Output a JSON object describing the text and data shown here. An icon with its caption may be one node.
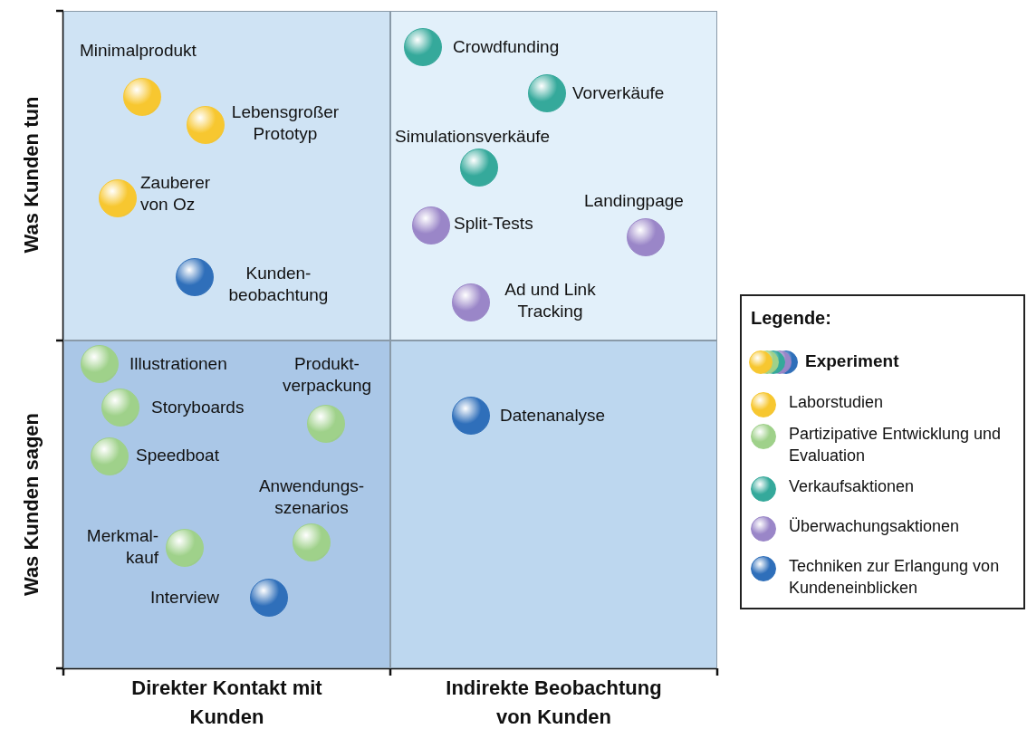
{
  "diagram": {
    "nodes": [
      {
        "text": [],
        "shape": "box"
      },
      {
        "text": [
          "Minimalprodukt"
        ],
        "in": 0
      },
      {
        "text": [
          "Lebensgroßer Prototyp"
        ],
        "in": 0
      },
      {
        "text": [
          "Zauberer von Oz"
        ],
        "in": 0
      },
      {
        "text": [
          "Kunden- beobachtung"
        ],
        "in": 0
      },
      {
        "text": [],
        "shape": "box"
      },
      {
        "text": [
          "Crowdfunding"
        ],
        "in": 5
      },
      {
        "text": [
          "Vorverkäufe"
        ],
        "in": 5
      },
      {
        "text": [
          "Simulationsverkäufe"
        ],
        "in": 5
      },
      {
        "text": [
          "Landingpage"
        ],
        "in": 5
      },
      {
        "text": [
          "Split-Tests"
        ],
        "in": 5
      },
      {
        "text": [
          "Ad und Link Tracking"
        ],
        "in": 5
      },
      {
        "text": [],
        "shape": "box"
      },
      {
        "text": [
          "Illustrationen"
        ],
        "in": 12
      },
      {
        "text": [
          "Storyboards"
        ],
        "in": 12
      },
      {
        "text": [
          "Produkt- verpackung"
        ],
        "in": 12
      },
      {
        "text": [
          "Speedboat"
        ],
        "in": 12
      },
      {
        "text": [
          "Anwendungs- szenarios"
        ],
        "in": 12
      },
      {
        "text": [
          "Merkmal- kauf"
        ],
        "in": 12
      },
      {
        "text": [
          "Interview"
        ],
        "in": 12
      },
      {
        "text": [],
        "shape": "box"
      },
      {
        "text": [
          "Datenanalyse"
        ],
        "in": 20
      }
    ],
    "edges": [],
    "labels": [
      "Was Kunden tun",
      "Was Kunden sagen",
      "Direkter Kontakt mit Kunden",
      "Indirekte Beobachtung von Kunden",
      "Legende:"
    ],
    "legend": [
      {
        "text": "Experiment"
      },
      {
        "text": "Laborstudien",
        "color": "#f7c730"
      },
      {
        "text": "Partizipative Entwicklung und Evaluation",
        "color": "#9fd18a"
      },
      {
        "text": "Verkaufsaktionen",
        "color": "#35a99b"
      },
      {
        "text": "Überwachungsaktionen",
        "color": "#9a86c8"
      },
      {
        "text": "Techniken zur Erlangung von Kundeneinblicken",
        "color": "#2f6fba"
      }
    ]
  }
}
